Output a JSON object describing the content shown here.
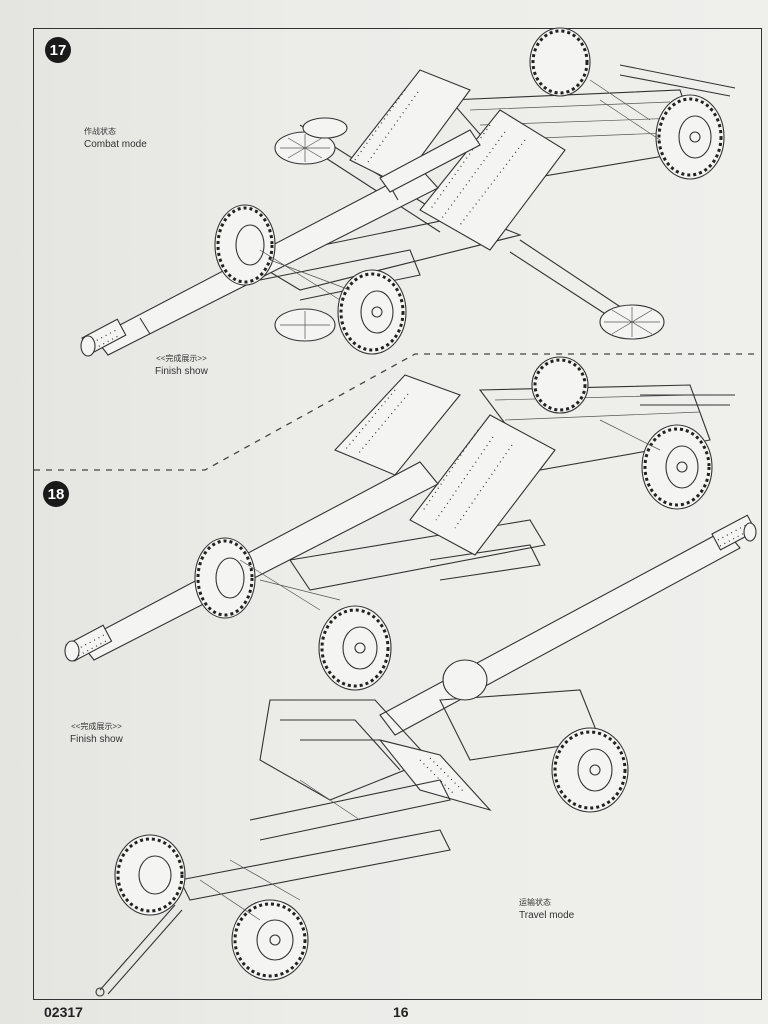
{
  "page": {
    "code": "02317",
    "number": "16"
  },
  "step17": {
    "number": "17",
    "combat_label_cn": "作战状态",
    "combat_label_en": "Combat mode",
    "finish_label_cn": "<<完成展示>>",
    "finish_label_en": "Finish  show"
  },
  "step18": {
    "number": "18",
    "finish_label_cn": "<<完成展示>>",
    "finish_label_en": "Finish  show",
    "travel_label_cn": "运输状态",
    "travel_label_en": "Travel mode"
  }
}
